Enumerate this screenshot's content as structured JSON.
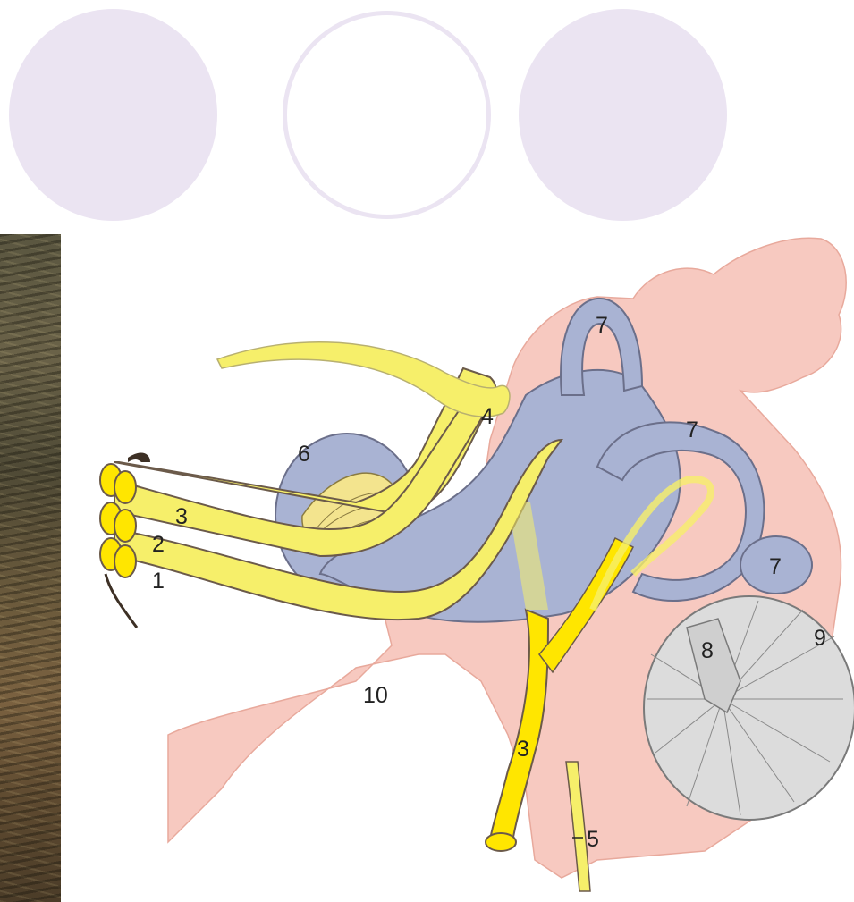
{
  "decor": {
    "circle_color": "#ebe4f2"
  },
  "colors": {
    "nerve": "#f6ef6a",
    "nerve_bright": "#ffe600",
    "bone": "#f7c9c0",
    "labyrinth": "#a9b3d3",
    "drum": "#dcdcdc",
    "outline": "#6b5a4a"
  },
  "labels": {
    "l1": "1",
    "l2": "2",
    "l3a": "3",
    "l3b": "3",
    "l4": "4",
    "l5": "5",
    "l6": "6",
    "l7a": "7",
    "l7b": "7",
    "l7c": "7",
    "l8": "8",
    "l9": "9",
    "l10": "10"
  }
}
